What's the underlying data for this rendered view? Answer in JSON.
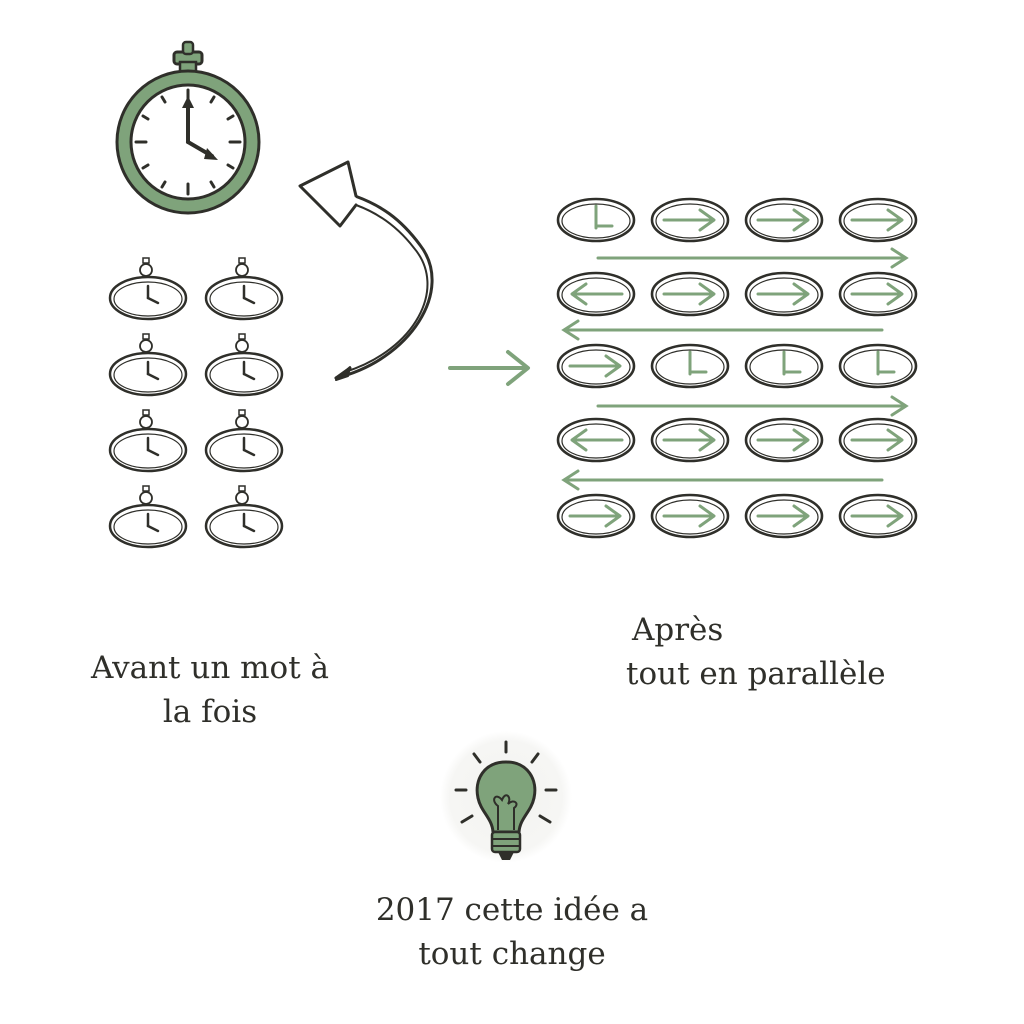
{
  "captions": {
    "before": [
      "Avant un mot à",
      "la fois"
    ],
    "after": [
      "Après",
      "tout en parallèle"
    ],
    "bottom": [
      "2017 cette idée a",
      "tout change"
    ]
  },
  "colors": {
    "ink": "#2f2f2a",
    "green": "#7fa37b",
    "light_green": "#8fb08a",
    "face": "#ffffff"
  },
  "icons": {
    "big_clock": "stopwatch-icon",
    "small_clocks": "stopwatch-icon",
    "parallel_clocks": "clock-oval-icon",
    "bulb": "lightbulb-icon"
  },
  "grid": {
    "small_clocks": {
      "rows": 4,
      "cols": 2
    },
    "parallel": {
      "rows": 5,
      "cols": 4,
      "markers": [
        [
          "hand-up-right",
          "arrow-right",
          "arrow-right",
          "arrow-right"
        ],
        [
          "arrow-left",
          "arrow-right",
          "arrow-right",
          "arrow-right"
        ],
        [
          "arrow-right",
          "hand-up-right",
          "hand-up-right",
          "hand-up-right"
        ],
        [
          "arrow-left",
          "arrow-right",
          "arrow-right",
          "arrow-right"
        ],
        [
          "arrow-right",
          "arrow-right",
          "arrow-right",
          "arrow-right"
        ]
      ],
      "long_arrows": [
        "right",
        "left",
        "right",
        "left"
      ]
    }
  }
}
